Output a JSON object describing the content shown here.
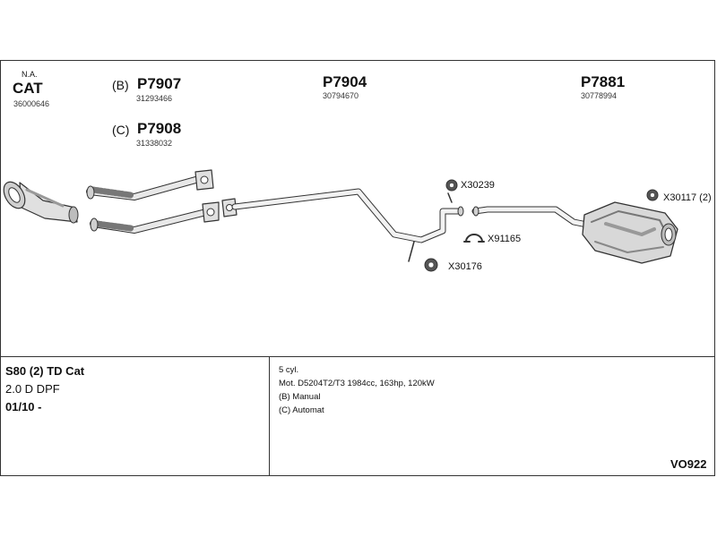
{
  "header": {
    "cat": {
      "code": "N.A.",
      "name": "CAT",
      "number": "36000646"
    },
    "p7907": {
      "variant": "(B)",
      "part": "P7907",
      "number": "31293466"
    },
    "p7908": {
      "variant": "(C)",
      "part": "P7908",
      "number": "31338032"
    },
    "p7904": {
      "part": "P7904",
      "number": "30794670"
    },
    "p7881": {
      "part": "P7881",
      "number": "30778994"
    }
  },
  "callouts": {
    "x30239": "X30239",
    "x30117": "X30117 (2)",
    "x91165": "X91165",
    "x30176": "X30176"
  },
  "vehicle": {
    "model": "S80 (2) TD Cat",
    "engine": "2.0 D DPF",
    "date": "01/10 -"
  },
  "specs": {
    "cyl": "5 cyl.",
    "motor": "Mot. D5204T2/T3 1984cc, 163hp, 120kW",
    "b": "(B) Manual",
    "c": "(C) Automat"
  },
  "diagram_code": "VO922",
  "colors": {
    "line": "#333333",
    "part_fill": "#e0e0e0",
    "part_shade": "#9a9a9a"
  }
}
